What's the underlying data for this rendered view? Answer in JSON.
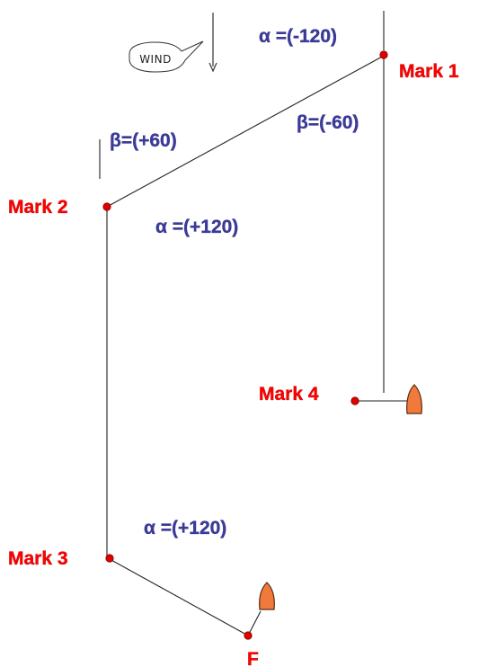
{
  "wind": {
    "label": "WIND"
  },
  "marks": {
    "mark1": "Mark 1",
    "mark2": "Mark 2",
    "mark3": "Mark 3",
    "mark4": "Mark 4",
    "finish": "F"
  },
  "angles": {
    "alpha_top": "α =(-120)",
    "beta_right": "β=(-60)",
    "beta_left": "β=(+60)",
    "alpha_mid": "α =(+120)",
    "alpha_low": "α =(+120)"
  },
  "colors": {
    "mark_label": "#ff0000",
    "angle_label": "#3b3b9c",
    "mark_dot": "#e00000",
    "boat": "#f07a3c",
    "line": "#222222"
  }
}
